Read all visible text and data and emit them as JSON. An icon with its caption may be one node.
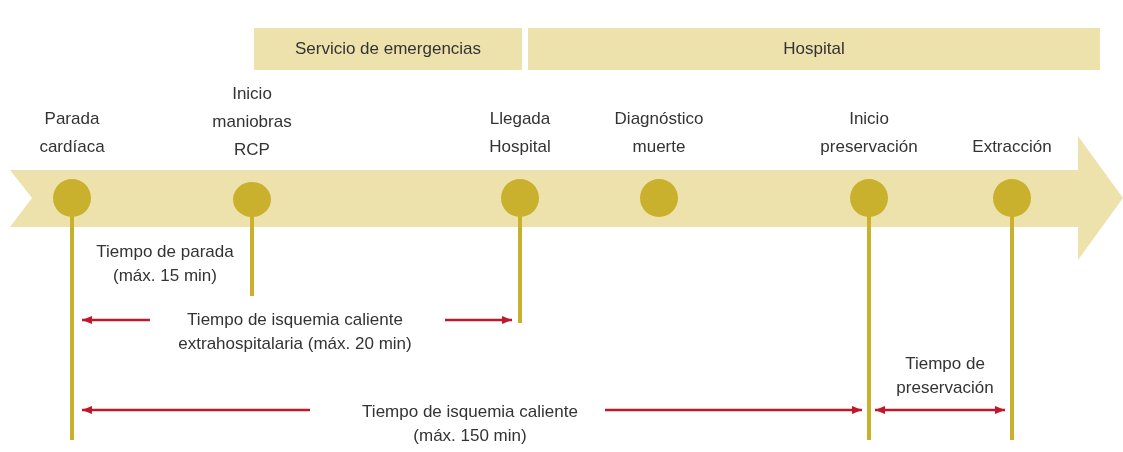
{
  "diagram": {
    "nodes": [
      {
        "text": [
          "Servicio de emergencias"
        ]
      },
      {
        "text": [
          "Hospital"
        ]
      },
      {
        "text": [
          "Parada cardíaca"
        ]
      },
      {
        "text": [
          "Inicio maniobras RCP"
        ]
      },
      {
        "text": [
          "Llegada Hospital"
        ]
      },
      {
        "text": [
          "Diagnóstico muerte"
        ]
      },
      {
        "text": [
          "Inicio preservación"
        ]
      },
      {
        "text": [
          "Extracción"
        ]
      }
    ],
    "labels": [
      "Tiempo de parada (máx. 15 min)",
      "Tiempo de isquemia caliente extrahospitalaria (máx. 20 min)",
      "Tiempo de preservación",
      "Tiempo de isquemia caliente (máx. 150 min)"
    ]
  }
}
